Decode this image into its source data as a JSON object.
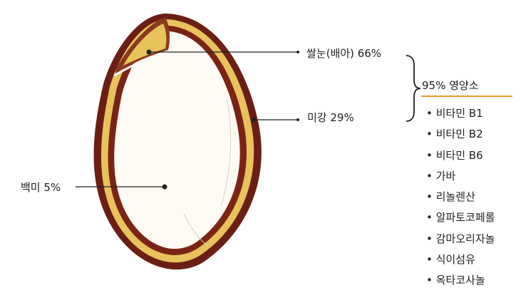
{
  "labels": {
    "germ": "쌀눈(배아) 66%",
    "bran": "미강 29%",
    "white_rice": "백미 5%"
  },
  "nutrients": {
    "title": "95% 영양소",
    "items": [
      "비타민 B1",
      "비타민 B2",
      "비타민 B6",
      "가바",
      "리놀렌산",
      "알파토코페롤",
      "감마오리자놀",
      "식이섬유",
      "옥타코사놀"
    ]
  },
  "colors": {
    "hull_outline": "#6b1f14",
    "bran_layer": "#e8c35c",
    "endosperm": "#fdfbf4",
    "germ": "#e7c45a",
    "accent_rule": "#e79a2a"
  }
}
